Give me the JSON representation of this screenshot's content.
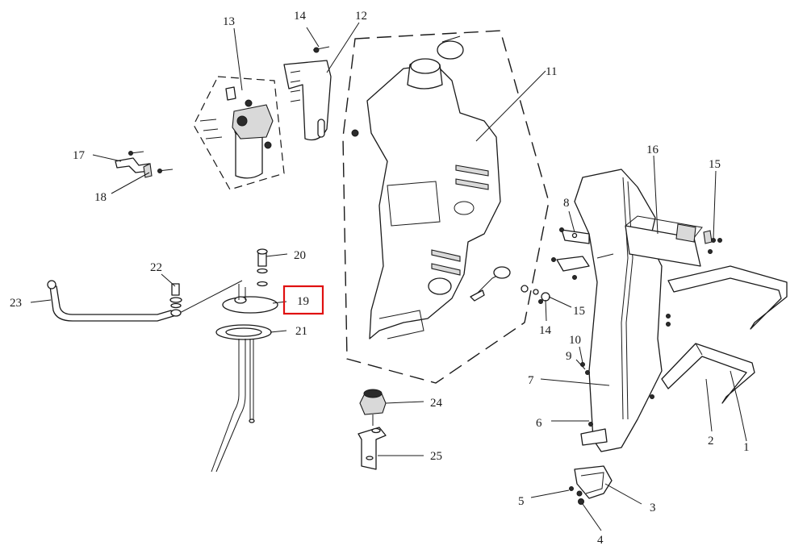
{
  "diagram": {
    "highlight_color": "#e01010",
    "line_color": "#1a1a1a",
    "highlighted_callout": "19",
    "callouts": {
      "c1": "1",
      "c2": "2",
      "c3": "3",
      "c4": "4",
      "c5": "5",
      "c6": "6",
      "c7": "7",
      "c8": "8",
      "c9": "9",
      "c10": "10",
      "c11": "11",
      "c12": "12",
      "c13": "13",
      "c14a": "14",
      "c14b": "14",
      "c15a": "15",
      "c15b": "15",
      "c16": "16",
      "c17": "17",
      "c18": "18",
      "c19": "19",
      "c20": "20",
      "c21": "21",
      "c22": "22",
      "c23": "23",
      "c24": "24",
      "c25": "25"
    }
  }
}
